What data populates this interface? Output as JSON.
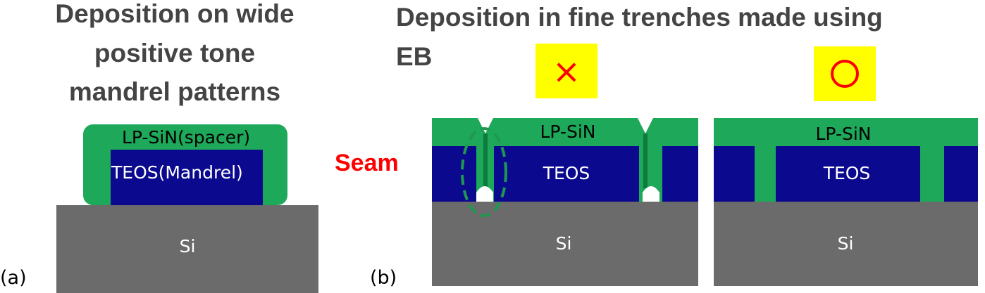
{
  "panel_a": {
    "title_lines": [
      "Deposition on wide",
      "positive tone",
      "mandrel patterns"
    ],
    "spacer_label": "LP-SiN(spacer)",
    "mandrel_label": "TEOS(Mandrel)",
    "substrate_label": "Si",
    "panel_label": "(a)"
  },
  "panel_b": {
    "title_lines": [
      "Deposition in fine trenches made using",
      "EB"
    ],
    "seam_label": "Seam",
    "panel_label": "(b)",
    "left": {
      "mark": "×",
      "film_label": "LP-SiN",
      "mandrel_label": "TEOS",
      "substrate_label": "Si"
    },
    "right": {
      "mark": "○",
      "film_label": "LP-SiN",
      "mandrel_label": "TEOS",
      "substrate_label": "Si"
    }
  },
  "colors": {
    "title": "#444444",
    "spacer_green": "#1ea85a",
    "teos_blue": "#0b0a8f",
    "silicon_gray": "#6b6b6b",
    "mark_box_yellow": "#ffff00",
    "mark_red": "#ff0000",
    "seam_red": "#ff0000",
    "seam_outline_green": "#1e9a50"
  }
}
